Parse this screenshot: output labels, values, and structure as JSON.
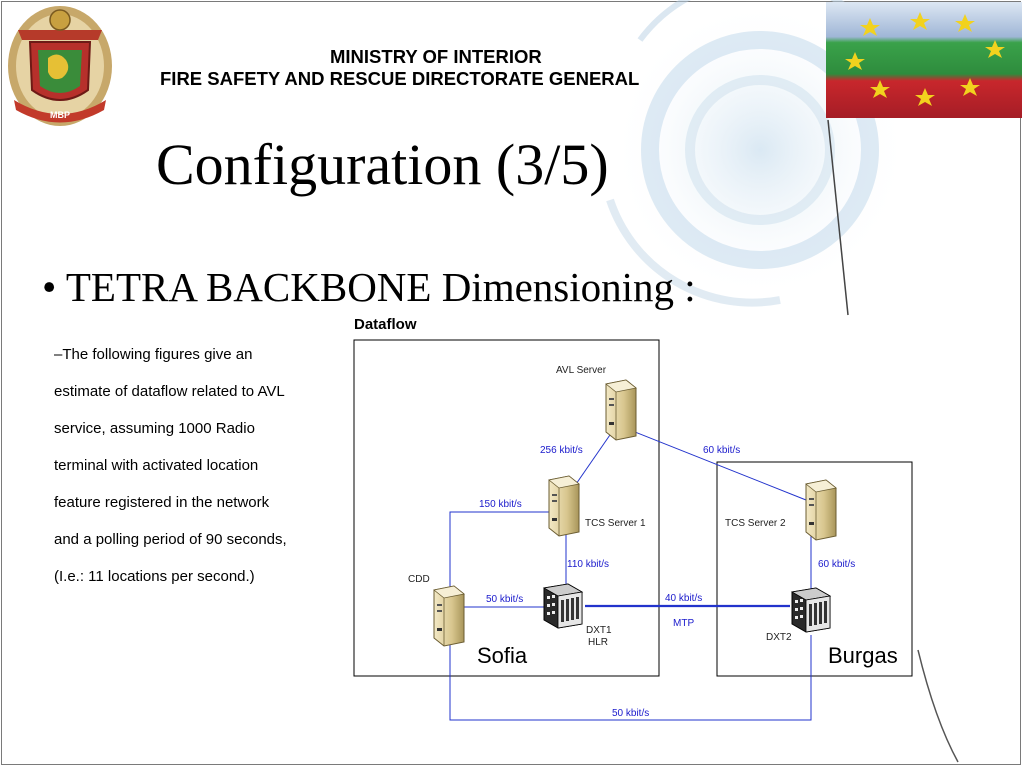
{
  "header": {
    "ministry_line1": "MINISTRY OF INTERIOR",
    "ministry_line2": "FIRE SAFETY AND RESCUE DIRECTORATE GENERAL",
    "emblem_text": "МВР"
  },
  "title": "Configuration (3/5)",
  "bullet": "• TETRA BACKBONE Dimensioning :",
  "description": [
    "–The following figures give an",
    "estimate of dataflow related to AVL",
    "service, assuming 1000 Radio",
    "terminal with activated location",
    "feature registered in the network",
    "and a polling period of 90 seconds,",
    "(I.e.: 11 locations per second.)"
  ],
  "diagram": {
    "title": "Dataflow",
    "nodes": {
      "avl": "AVL Server",
      "tcs1": "TCS Server 1",
      "tcs2": "TCS Server 2",
      "cdd": "CDD",
      "dxt1_l1": "DXT1",
      "dxt1_l2": "HLR",
      "dxt2": "DXT2"
    },
    "links": {
      "avl_tcs1": "256 kbit/s",
      "avl_tcs2": "60 kbit/s",
      "cdd_tcs1": "150 kbit/s",
      "tcs1_dxt1": "110 kbit/s",
      "cdd_dxt1": "50 kbit/s",
      "dxt1_dxt2": "40 kbit/s",
      "mtp": "MTP",
      "tcs2_dxt2": "60 kbit/s",
      "cdd_dxt2": "50 kbit/s"
    },
    "sites": {
      "sofia": "Sofia",
      "burgas": "Burgas"
    },
    "colors": {
      "link": "#2233cc",
      "rate_text": "#1a1acc"
    }
  }
}
